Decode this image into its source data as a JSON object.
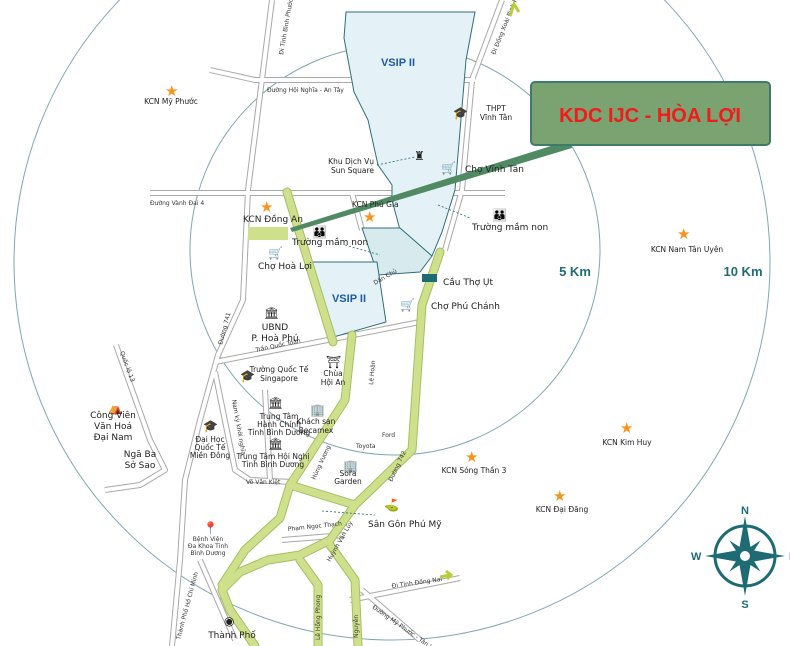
{
  "banner": {
    "title": "KDC IJC - HÒA LỢI"
  },
  "zones": {
    "vsip_north": "VSIP II",
    "vsip_south": "VSIP II"
  },
  "radius": {
    "r5": "5 Km",
    "r10": "10 Km"
  },
  "roads": {
    "binh_phuoc": "Đi Tỉnh Bình Phước",
    "dong_xoai": "Đi Đồng Xoài Bình Phước",
    "hoi_nghia": "Đường Hội Nghĩa - An Tây",
    "vanh_dai_4": "Đường Vành Đai 4",
    "dan_chu": "Dân Chủ",
    "duong_741": "Đường 741",
    "tran_quoc_toan": "Trần Quốc Toản",
    "quoc_lo_13": "Quốc lộ 13",
    "nam_ky": "Nam kỳ khởi nghĩa",
    "le_hoan": "Lê Hoàn",
    "hung_vuong": "Hùng Vương",
    "duong_742": "Đường 742",
    "vo_van_kiet": "Võ Văn Kiệt",
    "pham_ngoc_thach": "Phạm Ngọc Thạch",
    "huynh_van_luy": "Huỳnh Văn Lũy",
    "dong_nai": "Đi Tỉnh Đồng Nai",
    "my_phuoc": "Đường Mỹ Phước - Tân Vạn",
    "tp_hcm": "Thành Phố Hồ Chí Minh",
    "le_hong": "Lê Hồng Phong",
    "nguyen": "Nguyễn"
  },
  "places": {
    "kcn_my_phuoc": "KCN Mỹ Phước",
    "thpt_1": "THPT",
    "thpt_2": "Vĩnh Tân",
    "sun_square_1": "Khu Dịch Vụ",
    "sun_square_2": "Sun Square",
    "cho_vinh_tan": "Chợ Vĩnh Tân",
    "kcn_dong_an": "KCN Đồng An",
    "kcn_phu_gia": "KCN Phú Gia",
    "mam_non_1": "Trường mầm non",
    "mam_non_2": "Trường mầm non",
    "cho_hoa_loi": "Chợ Hoà Lợi",
    "cau_tho_ut": "Cầu Thợ Ụt",
    "cho_phu_chanh": "Chợ Phú Chánh",
    "ubnd_1": "UBND",
    "ubnd_2": "P. Hoà Phú",
    "kcn_nam_tan_uyen": "KCN Nam Tân Uyên",
    "singapore_1": "Trường Quốc Tế",
    "singapore_2": "Singapore",
    "chua_1": "Chùa",
    "chua_2": "Hội An",
    "dai_nam_1": "Công Viên",
    "dai_nam_2": "Văn Hoá",
    "dai_nam_3": "Đại Nam",
    "hanh_chinh_1": "Trung Tâm",
    "hanh_chinh_2": "Hành Chính",
    "hanh_chinh_3": "Tỉnh Bình Dương",
    "becamex_1": "Khách sạn",
    "becamex_2": "Becamex",
    "ford": "Ford",
    "toyota": "Toyota",
    "mien_dong_1": "Đại Học",
    "mien_dong_2": "Quốc Tế",
    "mien_dong_3": "Miền Đông",
    "hoi_nghi_1": "Trung Tâm Hội Nghị",
    "hoi_nghi_2": "Tỉnh Bình Dương",
    "nga_ba_1": "Ngã Ba",
    "nga_ba_2": "Sở Sao",
    "sora_1": "Sora",
    "sora_2": "Garden",
    "kcn_kim_huy": "KCN Kim Huy",
    "kcn_song_than": "KCN Sóng Thần 3",
    "golf": "Sân Gôn Phú Mỹ",
    "kcn_dai_dang": "KCN Đại Đăng",
    "benh_vien_1": "Bệnh Viện",
    "benh_vien_2": "Đa Khoa Tỉnh",
    "benh_vien_3": "Bình Dương",
    "thanh_pho": "Thành Phố"
  },
  "compass": {
    "n": "N",
    "s": "S",
    "e": "E",
    "w": "W"
  },
  "colors": {
    "banner_bg": "#7ba271",
    "banner_text": "#ee1c1c",
    "green_road": "#cfe08c",
    "zone_fill": "#e4f1f6",
    "accent": "#1f6b73",
    "star": "#f7941d"
  }
}
